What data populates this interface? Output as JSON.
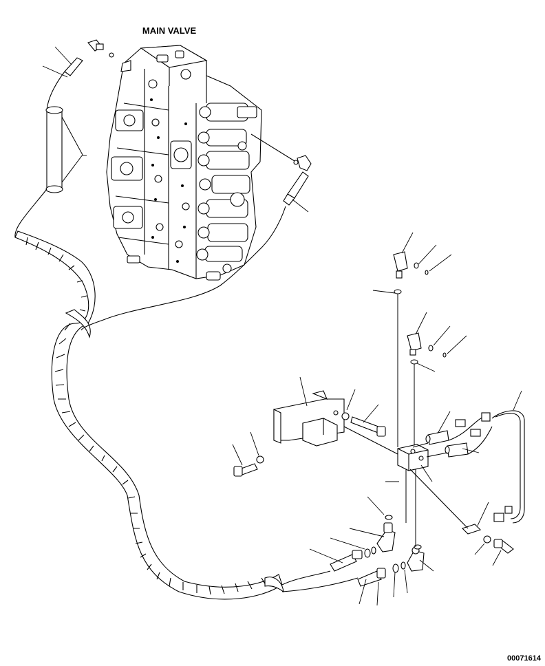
{
  "diagram": {
    "title": "MAIN VALVE",
    "drawing_number": "00071614",
    "line_color": "#000000",
    "background": "#ffffff",
    "components": [
      "main-valve",
      "valve-hose-left",
      "valve-hose-right",
      "protective-sleeve",
      "hose-clamp-pair",
      "mounting-bracket",
      "pressure-block",
      "pressure-switch-upper",
      "pressure-switch-lower",
      "sensor-wire-harness",
      "elbow-fittings",
      "bolts-and-washers",
      "o-rings"
    ]
  }
}
